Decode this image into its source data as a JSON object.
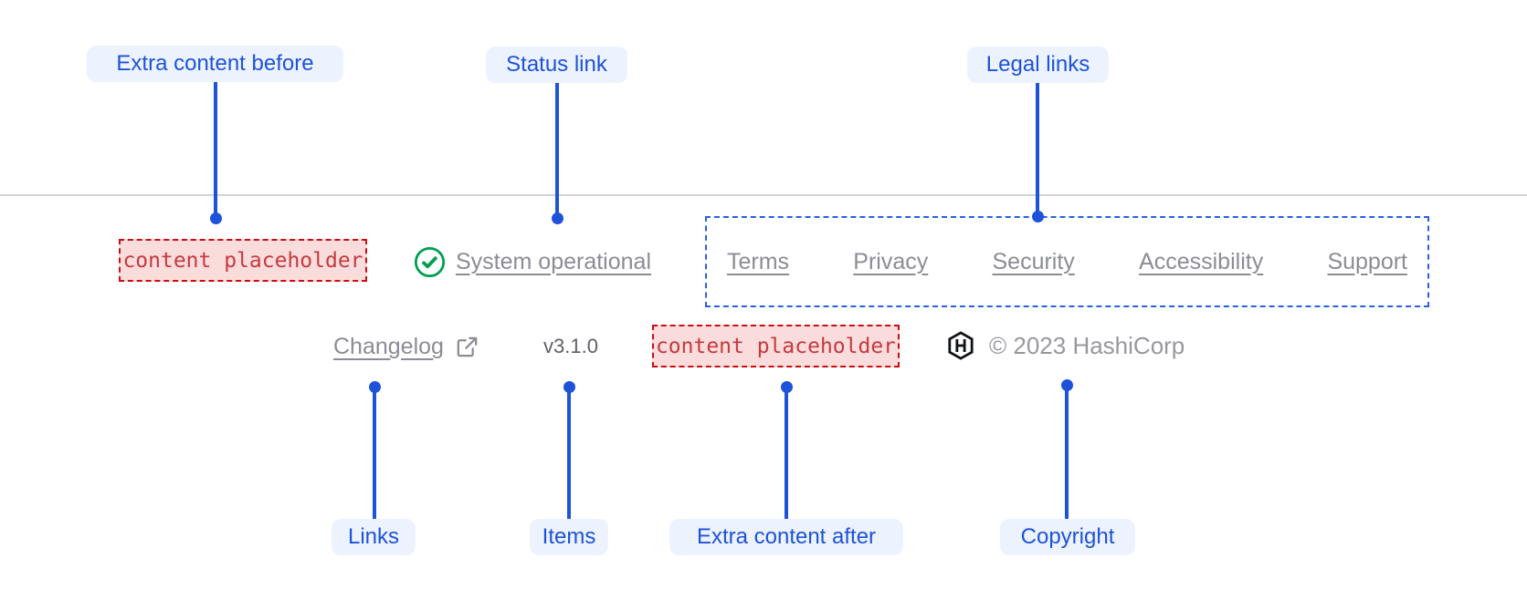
{
  "annotations": {
    "extra_content_before": "Extra content before",
    "status_link": "Status link",
    "legal_links": "Legal links",
    "links": "Links",
    "items": "Items",
    "extra_content_after": "Extra content after",
    "copyright": "Copyright"
  },
  "footer": {
    "extra_content_before_placeholder": "content placeholder",
    "status": {
      "label": "System operational",
      "icon": "check-circle-icon"
    },
    "legal_links": [
      "Terms",
      "Privacy",
      "Security",
      "Accessibility",
      "Support"
    ],
    "changelog": {
      "label": "Changelog",
      "icon": "external-link-icon"
    },
    "version": "v3.1.0",
    "extra_content_after_placeholder": "content placeholder",
    "copyright": {
      "logo": "hashicorp-logo",
      "text": "© 2023 HashiCorp"
    }
  },
  "colors": {
    "annotation_accent": "#1d52d9",
    "annotation_chip_bg": "#edf3fe",
    "legal_outline_blue": "#2b5fe3",
    "placeholder_border": "#c90e12",
    "placeholder_bg": "#fbdcdc",
    "placeholder_text": "#c43a3f",
    "link_gray": "#8b8c95",
    "version_gray": "#5e6066",
    "copyright_gray": "#97989f",
    "status_green": "#00a04d",
    "divider_gray": "#d2d3da",
    "logo_black": "#101219"
  }
}
